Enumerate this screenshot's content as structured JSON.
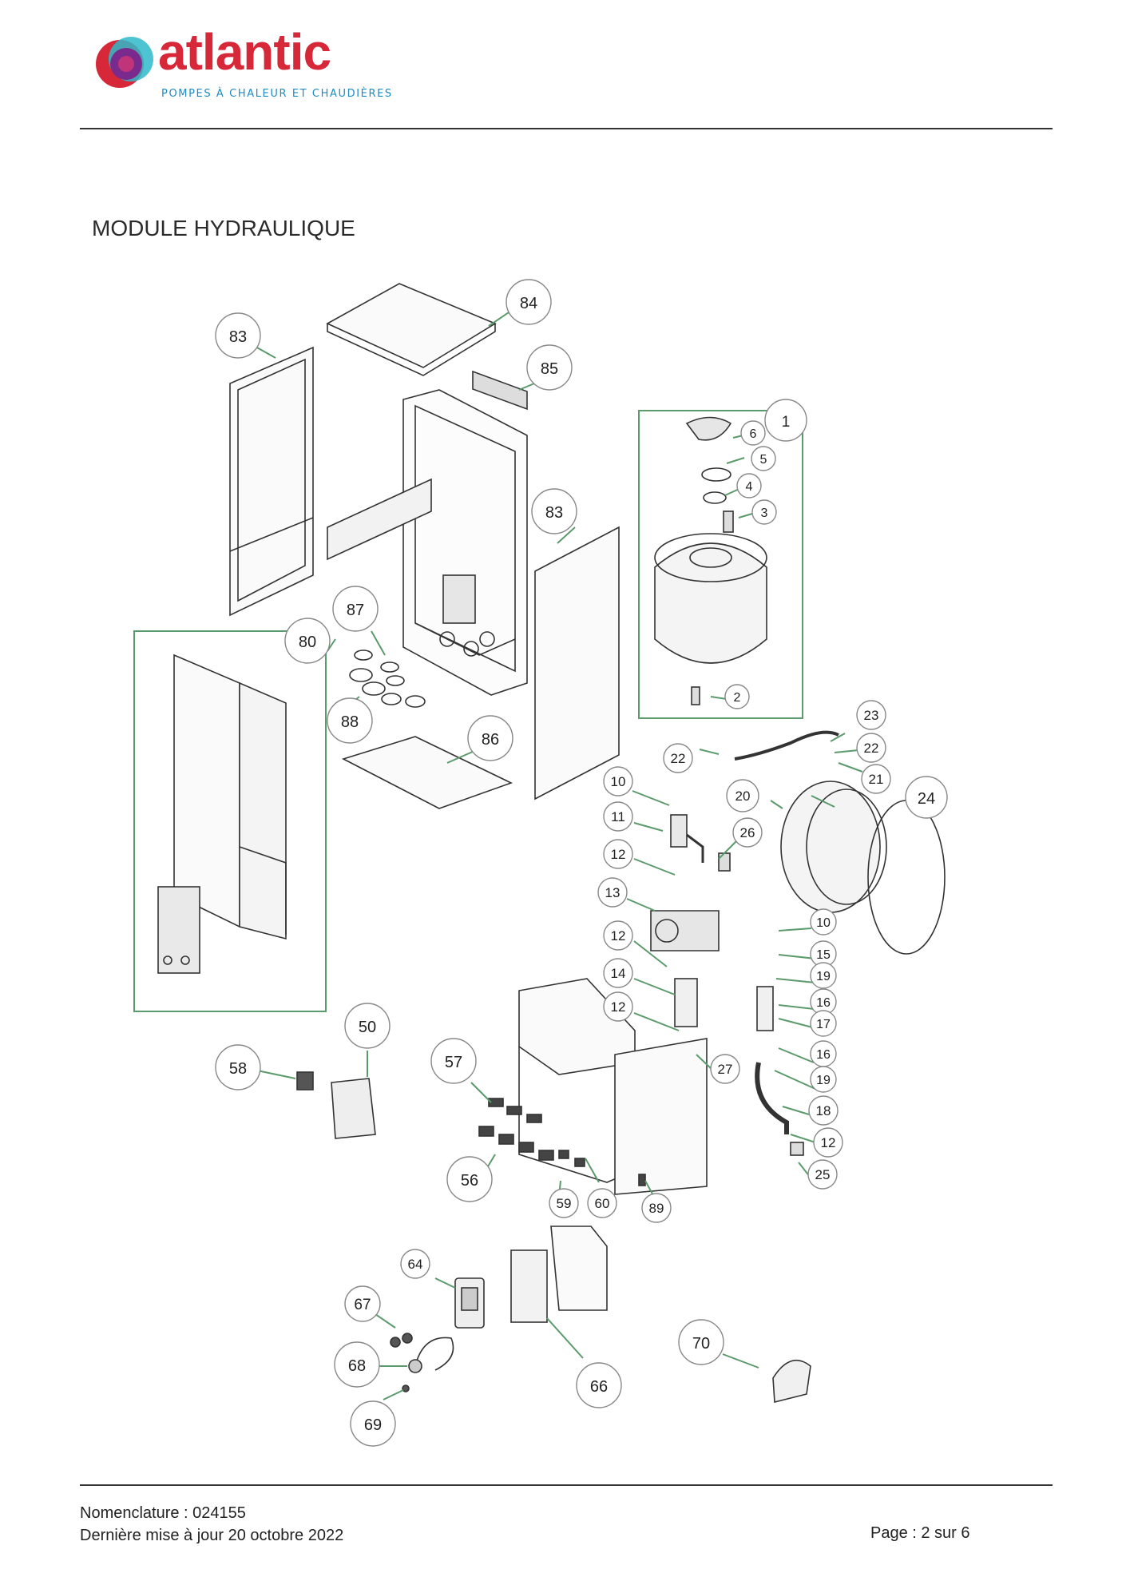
{
  "brand": {
    "name": "atlantic",
    "tagline": "POMPES À CHALEUR ET CHAUDIÈRES",
    "colors": {
      "red": "#d62839",
      "blue": "#1e8bc3",
      "purple": "#7a2a8c",
      "teal": "#2fb9c9"
    }
  },
  "page_title": "MODULE HYDRAULIQUE",
  "callouts": [
    "84",
    "83",
    "85",
    "1",
    "6",
    "5",
    "4",
    "3",
    "83",
    "87",
    "80",
    "2",
    "88",
    "86",
    "23",
    "22",
    "22",
    "21",
    "10",
    "24",
    "20",
    "11",
    "26",
    "12",
    "13",
    "10",
    "12",
    "15",
    "19",
    "14",
    "16",
    "12",
    "17",
    "16",
    "27",
    "19",
    "18",
    "12",
    "25",
    "50",
    "58",
    "57",
    "56",
    "59",
    "60",
    "89",
    "64",
    "67",
    "66",
    "70",
    "68",
    "69"
  ],
  "footer": {
    "nomenclature": "Nomenclature : 024155",
    "updated": "Dernière mise à jour 20 octobre 2022",
    "page": "Page : 2 sur 6"
  },
  "accent_green": "#5b9a6b"
}
